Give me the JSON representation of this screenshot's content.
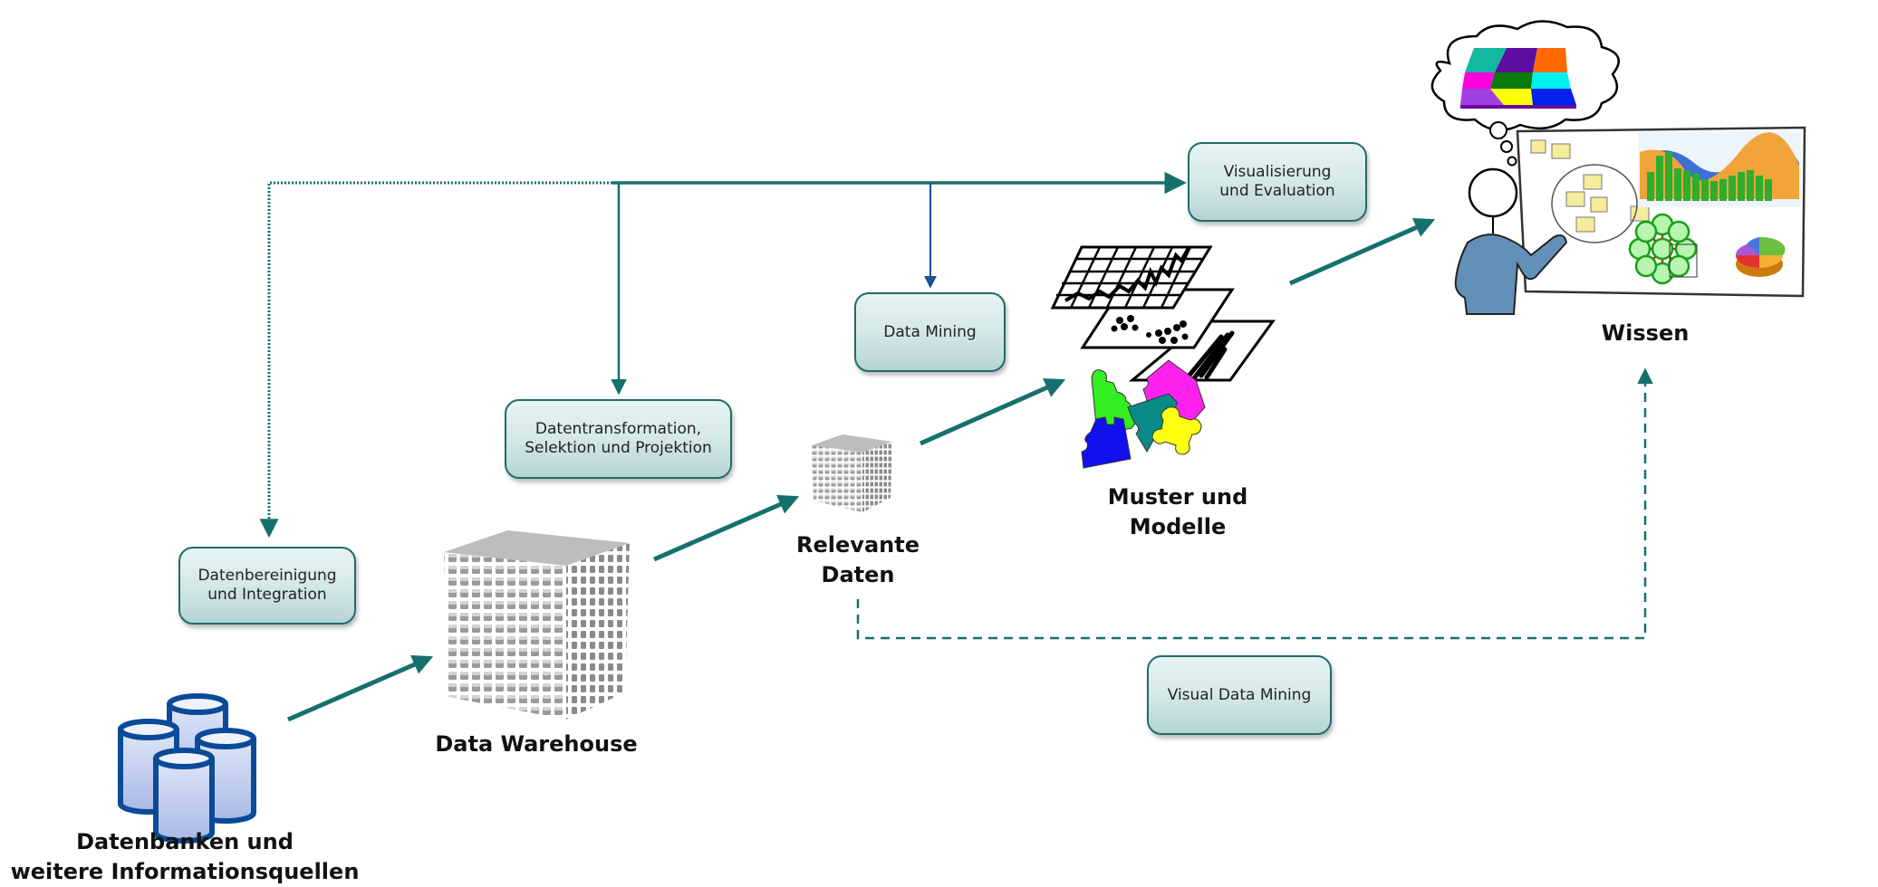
{
  "process_boxes": {
    "cleaning": {
      "line1": "Datenbereinigung",
      "line2": "und Integration"
    },
    "transformation": {
      "line1": "Datentransformation,",
      "line2": "Selektion und Projektion"
    },
    "mining": {
      "line1": "Data Mining"
    },
    "visualization": {
      "line1": "Visualisierung",
      "line2": "und Evaluation"
    },
    "visual_mining": {
      "line1": "Visual Data Mining"
    }
  },
  "stages": {
    "databases": {
      "line1": "Datenbanken und",
      "line2": "weitere Informationsquellen"
    },
    "warehouse": {
      "line1": "Data Warehouse"
    },
    "relevant": {
      "line1": "Relevante",
      "line2": "Daten"
    },
    "patterns": {
      "line1": "Muster und",
      "line2": "Modelle"
    },
    "knowledge": {
      "line1": "Wissen"
    }
  },
  "icons": {
    "databases": "database-cylinders-icon",
    "warehouse": "data-cube-icon",
    "relevant": "small-data-cube-icon",
    "patterns": "patterns-models-illustration",
    "knowledge": "person-whiteboard-thinking-illustration"
  },
  "colors": {
    "flow_arrow": "#16706c",
    "mining_arrow": "#1a4f9a",
    "box_border": "#1f6b6b",
    "box_top": "#e8f3f3",
    "box_bottom": "#b6d4d4",
    "database_stroke": "#0b4a99",
    "database_fill": "#c9d4f2"
  }
}
